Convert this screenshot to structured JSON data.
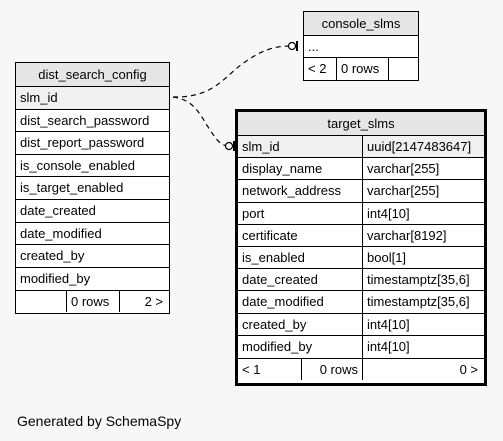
{
  "console_slms": {
    "title": "console_slms",
    "rows": [
      "..."
    ],
    "footer": {
      "prev": "< 2",
      "count": "0 rows",
      "next": ""
    }
  },
  "dist_search_config": {
    "title": "dist_search_config",
    "rows": [
      "slm_id",
      "dist_search_password",
      "dist_report_password",
      "is_console_enabled",
      "is_target_enabled",
      "date_created",
      "date_modified",
      "created_by",
      "modified_by"
    ],
    "footer": {
      "prev": "",
      "count": "0 rows",
      "next": "2 >"
    }
  },
  "target_slms": {
    "title": "target_slms",
    "columns": [
      {
        "name": "slm_id",
        "type": "uuid[2147483647]"
      },
      {
        "name": "display_name",
        "type": "varchar[255]"
      },
      {
        "name": "network_address",
        "type": "varchar[255]"
      },
      {
        "name": "port",
        "type": "int4[10]"
      },
      {
        "name": "certificate",
        "type": "varchar[8192]"
      },
      {
        "name": "is_enabled",
        "type": "bool[1]"
      },
      {
        "name": "date_created",
        "type": "timestamptz[35,6]"
      },
      {
        "name": "date_modified",
        "type": "timestamptz[35,6]"
      },
      {
        "name": "created_by",
        "type": "int4[10]"
      },
      {
        "name": "modified_by",
        "type": "int4[10]"
      }
    ],
    "footer": {
      "prev": "< 1",
      "count": "0 rows",
      "next": "0 >"
    }
  },
  "generated_by": "Generated by SchemaSpy"
}
